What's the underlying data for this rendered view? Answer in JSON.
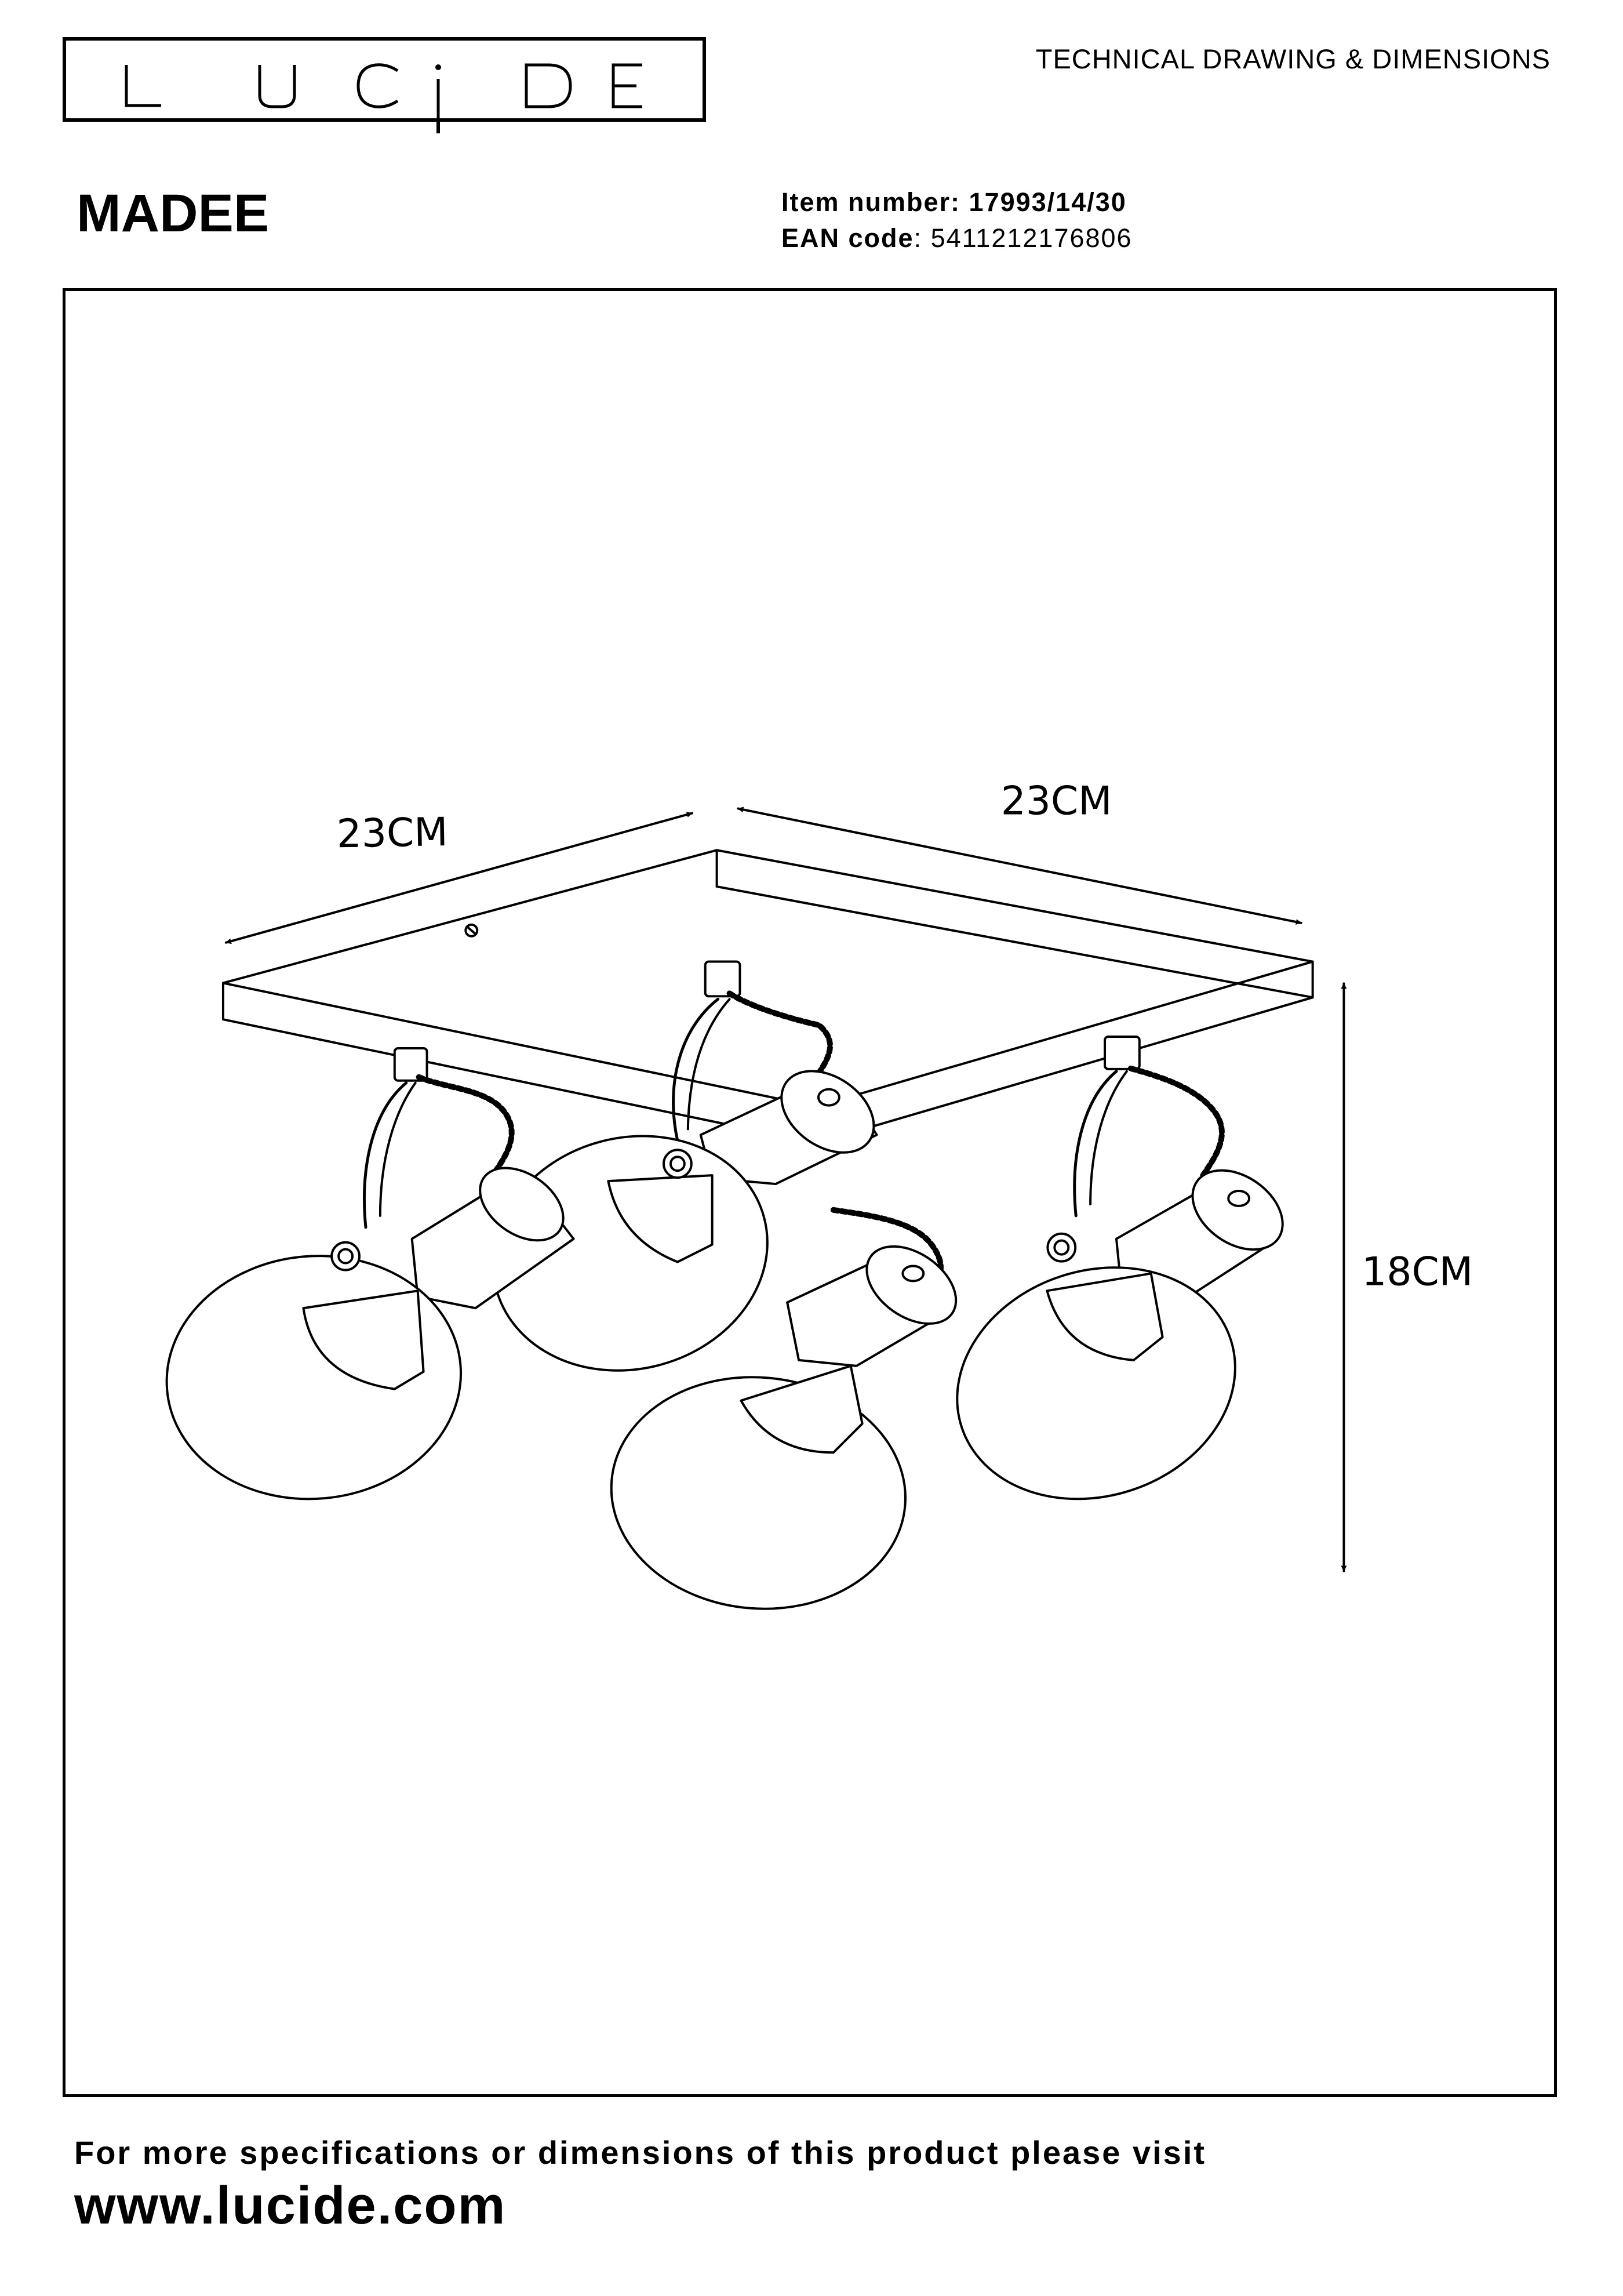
{
  "brand": {
    "logo_text": "LUCIDE"
  },
  "header": {
    "document_type": "TECHNICAL DRAWING & DIMENSIONS"
  },
  "product": {
    "name": "MADEE",
    "item_number_label": "Item number:",
    "item_number": "17993/14/30",
    "ean_label": "EAN code",
    "ean_code": "5411212176806"
  },
  "drawing": {
    "dimension_width_left": "23CM",
    "dimension_width_right": "23CM",
    "dimension_height": "18CM"
  },
  "footer": {
    "text": "For more specifications or dimensions of this product please visit",
    "link": "www.lucide.com"
  }
}
